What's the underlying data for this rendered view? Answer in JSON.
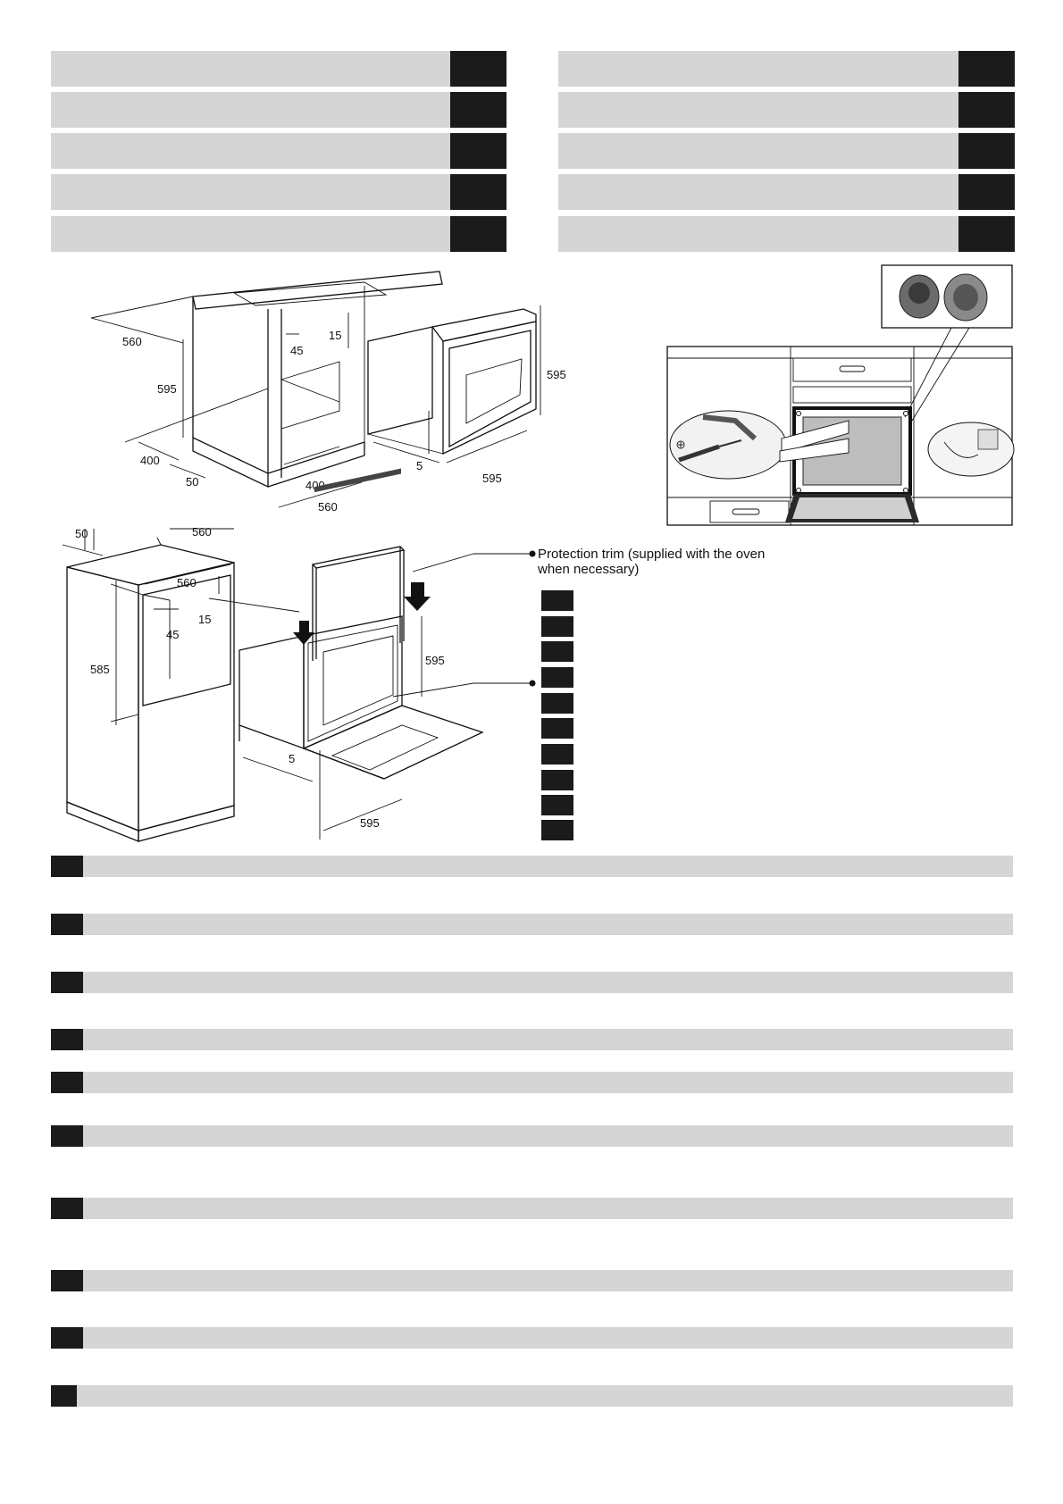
{
  "diagram1_labels": {
    "d560a": "560",
    "d595a": "595",
    "d45": "45",
    "d15": "15",
    "d595b": "595",
    "d400a": "400",
    "d50": "50",
    "d400b": "400",
    "d560b": "560",
    "d5": "5",
    "d595c": "595"
  },
  "diagram2_labels": {
    "d50": "50",
    "d560a": "560",
    "d560b": "560",
    "d15": "15",
    "d45": "45",
    "d585": "585",
    "d595a": "595",
    "d5": "5",
    "d595b": "595"
  },
  "callouts": {
    "protection_trim": "Protection trim (supplied with the oven when necessary)"
  },
  "colors": {
    "bar": "#d5d5d5",
    "box": "#1b1b1b"
  }
}
